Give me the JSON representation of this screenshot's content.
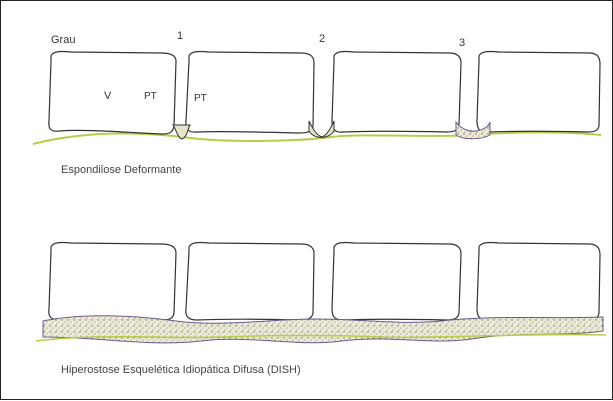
{
  "labels": {
    "grau": "Grau",
    "grade_1": "1",
    "grade_2": "2",
    "grade_3": "3",
    "v": "V",
    "pt_left": "PT",
    "pt_right": "PT"
  },
  "captions": {
    "top": "Espondilose Deformante",
    "bottom": "Hiperostose Esquelética Idiopática Difusa (DISH)"
  },
  "colors": {
    "outline": "#333333",
    "ligament": "#b8cc4a",
    "bone_spur": "#e6e3c8"
  }
}
